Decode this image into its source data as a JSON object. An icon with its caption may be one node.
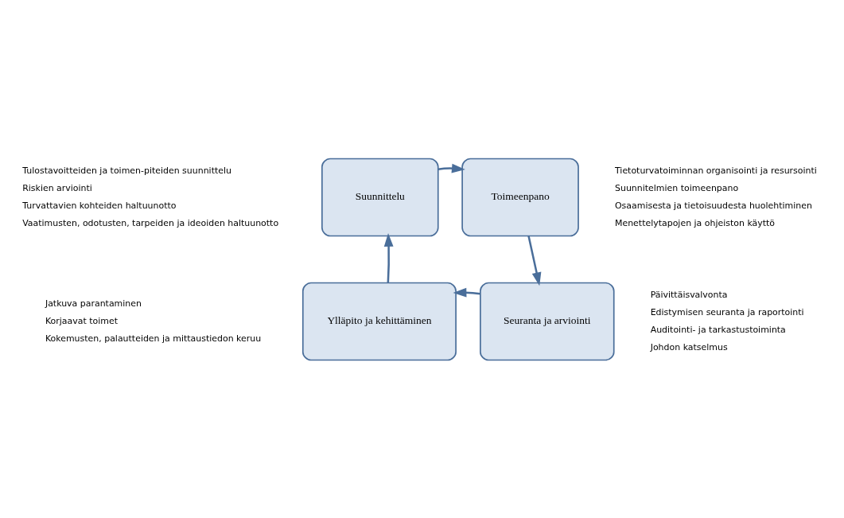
{
  "diagram": {
    "nodes": [
      {
        "text": [
          "Suunnittelu"
        ],
        "beside": [
          "Tulostavoitteiden ja toimen-piteiden suunnittelu",
          "Riskien arviointi",
          "Turvattavien kohteiden haltuunotto",
          "Vaatimusten, odotusten, tarpeiden ja ideoiden haltuunotto"
        ]
      },
      {
        "text": [
          "Toimeenpano"
        ],
        "beside": [
          "Tietoturvatoiminnan organisointi ja resursointi",
          "Suunnitelmien toimeenpano",
          "Osaamisesta ja tietoisuudesta huolehtiminen",
          "Menettelytapojen ja ohjeiston käyttö"
        ]
      },
      {
        "text": [
          "Seuranta ja arviointi"
        ],
        "beside": [
          "Päivittäisvalvonta",
          "Edistymisen seuranta ja raportointi",
          "Auditointi- ja tarkastustoiminta",
          "Johdon katselmus"
        ]
      },
      {
        "text": [
          "Ylläpito ja kehittäminen"
        ],
        "beside": [
          "Jatkuva parantaminen",
          "Korjaavat toimet",
          "Kokemusten, palautteiden ja mittaustiedon keruu"
        ]
      }
    ],
    "edges": [
      {
        "from": 0,
        "to": 1,
        "arrow": "to"
      },
      {
        "from": 1,
        "to": 2,
        "arrow": "to"
      },
      {
        "from": 2,
        "to": 3,
        "arrow": "to"
      },
      {
        "from": 3,
        "to": 0,
        "arrow": "to"
      }
    ]
  }
}
